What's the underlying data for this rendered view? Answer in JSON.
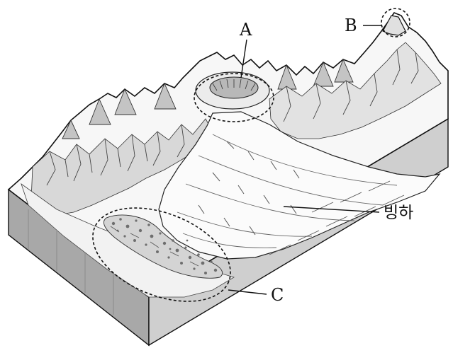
{
  "labels": {
    "a": "A",
    "b": "B",
    "c": "C",
    "glacier": "빙하"
  },
  "colors": {
    "outline": "#111111",
    "snow": "#f7f7f7",
    "rock_shadow": "#bdbdbd",
    "cliff_side": "#9a9a9a",
    "cliff_front": "#cfcfcf",
    "moraine_dots": "#6e6e6e"
  },
  "icons": {
    "terrain": "glacial-valley-block-diagram"
  }
}
